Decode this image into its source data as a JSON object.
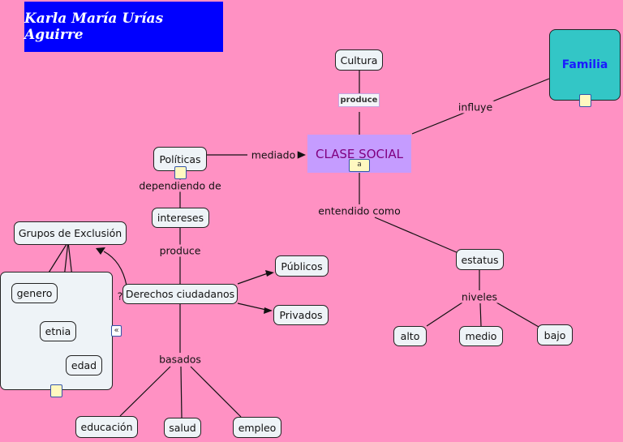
{
  "title": "Karla María Urías Aguirre",
  "nodes": {
    "cultura": "Cultura",
    "clase_social": "CLASE SOCIAL",
    "familia": "Familia",
    "politicas": "Políticas",
    "intereses": "intereses",
    "grupos": "Grupos de Exclusión",
    "derechos": "Derechos ciudadanos",
    "publicos": "Públicos",
    "privados": "Privados",
    "genero": "genero",
    "etnia": "etnia",
    "edad": "edad",
    "estatus": "estatus",
    "alto": "alto",
    "medio": "medio",
    "bajo": "bajo",
    "educacion": "educación",
    "salud": "salud",
    "empleo": "empleo"
  },
  "links": {
    "produce_top": "produce",
    "influye": "influye",
    "mediado": "mediado",
    "dependiendo": "dependiendo de",
    "entendido": "entendido como",
    "niveles": "niveles",
    "produce": "produce",
    "basados": "basados",
    "question": "?"
  },
  "icons": {
    "expand": "«",
    "note": "a"
  }
}
